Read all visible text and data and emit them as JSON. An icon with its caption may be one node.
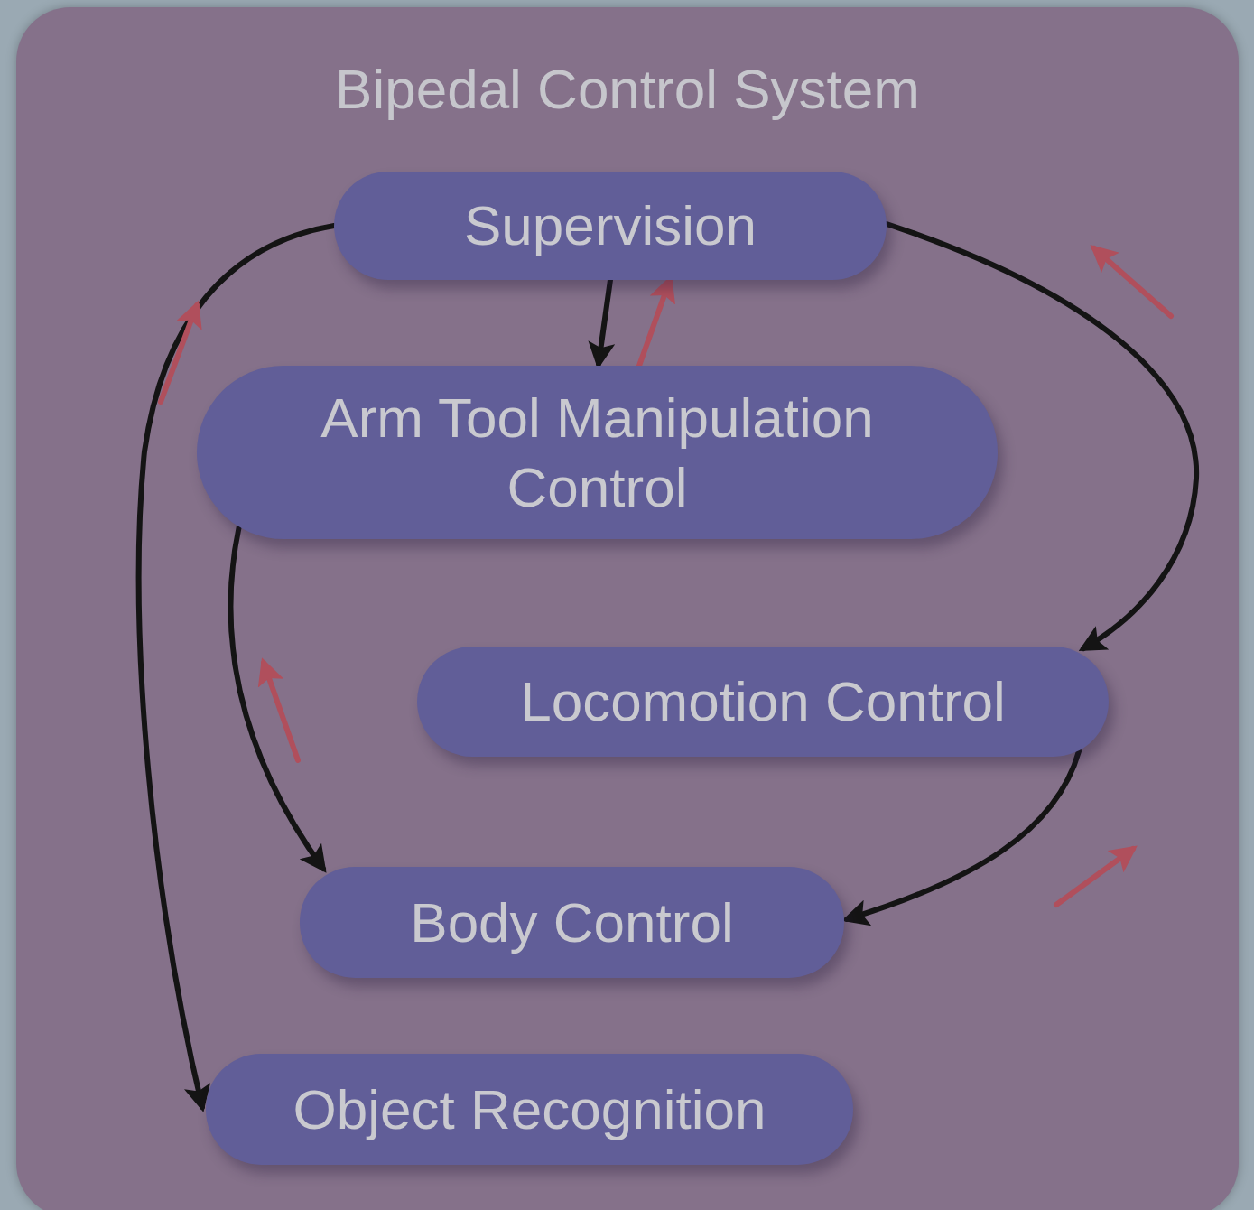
{
  "diagram": {
    "nodes": [
      {
        "text": [
          "Bipedal Control System"
        ]
      },
      {
        "text": [
          "Supervision"
        ],
        "in": 0
      },
      {
        "text": [
          "Arm Tool Manipulation Control"
        ],
        "in": 0
      },
      {
        "text": [
          "Locomotion Control"
        ],
        "in": 0
      },
      {
        "text": [
          "Body Control"
        ],
        "in": 0
      },
      {
        "text": [
          "Object Recognition"
        ],
        "in": 0
      }
    ],
    "edges": [
      {
        "from": 1,
        "to": 2,
        "arrow": "to"
      },
      {
        "from": 1,
        "to": 3,
        "arrow": "to"
      },
      {
        "from": 1,
        "to": 5,
        "arrow": "to"
      },
      {
        "from": 2,
        "to": 4,
        "arrow": "to"
      },
      {
        "from": 3,
        "to": 4,
        "arrow": "to"
      },
      {
        "from": 2,
        "to": 1,
        "arrow": "to",
        "color": "#b04f5c"
      }
    ]
  }
}
